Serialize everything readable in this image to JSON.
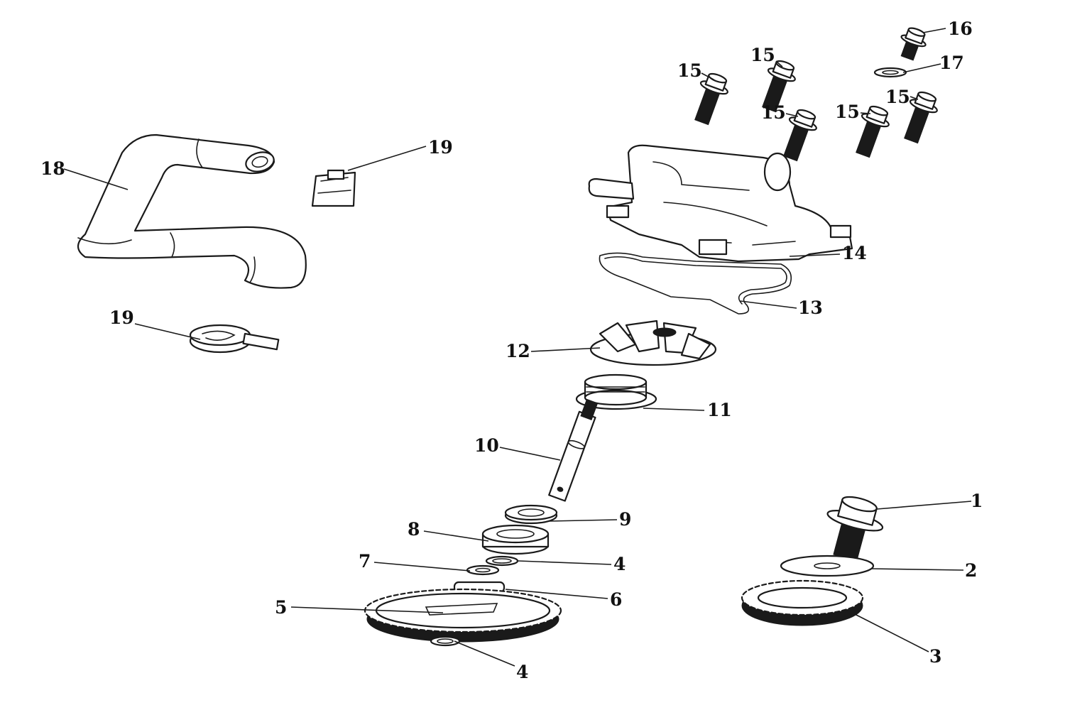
{
  "diagram": {
    "callouts": [
      {
        "id": "c1",
        "label": "1"
      },
      {
        "id": "c2",
        "label": "2"
      },
      {
        "id": "c3",
        "label": "3"
      },
      {
        "id": "c4a",
        "label": "4"
      },
      {
        "id": "c4b",
        "label": "4"
      },
      {
        "id": "c5",
        "label": "5"
      },
      {
        "id": "c6",
        "label": "6"
      },
      {
        "id": "c7",
        "label": "7"
      },
      {
        "id": "c8",
        "label": "8"
      },
      {
        "id": "c9",
        "label": "9"
      },
      {
        "id": "c10",
        "label": "10"
      },
      {
        "id": "c11",
        "label": "11"
      },
      {
        "id": "c12",
        "label": "12"
      },
      {
        "id": "c13",
        "label": "13"
      },
      {
        "id": "c14",
        "label": "14"
      },
      {
        "id": "c15a",
        "label": "15"
      },
      {
        "id": "c15b",
        "label": "15"
      },
      {
        "id": "c15c",
        "label": "15"
      },
      {
        "id": "c15d",
        "label": "15"
      },
      {
        "id": "c15e",
        "label": "15"
      },
      {
        "id": "c16",
        "label": "16"
      },
      {
        "id": "c17",
        "label": "17"
      },
      {
        "id": "c18",
        "label": "18"
      },
      {
        "id": "c19a",
        "label": "19"
      },
      {
        "id": "c19b",
        "label": "19"
      }
    ]
  }
}
